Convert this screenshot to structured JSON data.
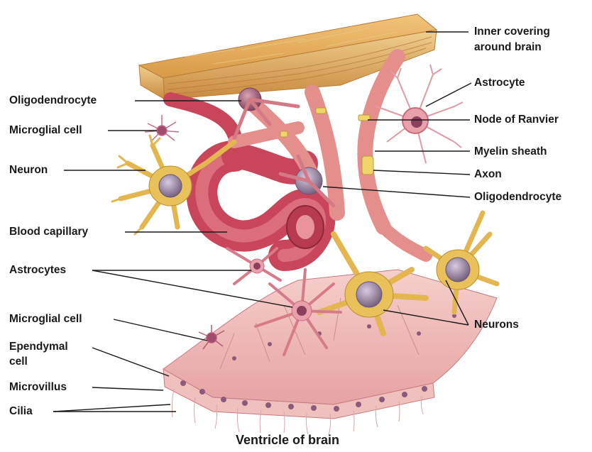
{
  "labels": {
    "inner_covering": [
      "Inner covering",
      "around brain"
    ],
    "astrocyte": "Astrocyte",
    "node_of_ranvier": "Node of Ranvier",
    "myelin_sheath": "Myelin sheath",
    "axon": "Axon",
    "oligodendrocyte_right": "Oligodendrocyte",
    "neurons": "Neurons",
    "oligodendrocyte_left": "Oligodendrocyte",
    "microglial_cell_top": "Microglial cell",
    "neuron": "Neuron",
    "blood_capillary": "Blood capillary",
    "astrocytes": "Astrocytes",
    "microglial_cell_bottom": "Microglial cell",
    "ependymal_cell": [
      "Ependymal",
      "cell"
    ],
    "microvillus": "Microvillus",
    "cilia": "Cilia"
  },
  "caption": "Ventricle of brain",
  "colors": {
    "meninges": "#e8b368",
    "myelin": "#e58f8c",
    "capillary": "#d4545f",
    "neuron_body": "#e9c15a",
    "ependyma": "#f1b8b5",
    "nucleus": "#8c7592",
    "leader_line": "#1a1a1a"
  }
}
